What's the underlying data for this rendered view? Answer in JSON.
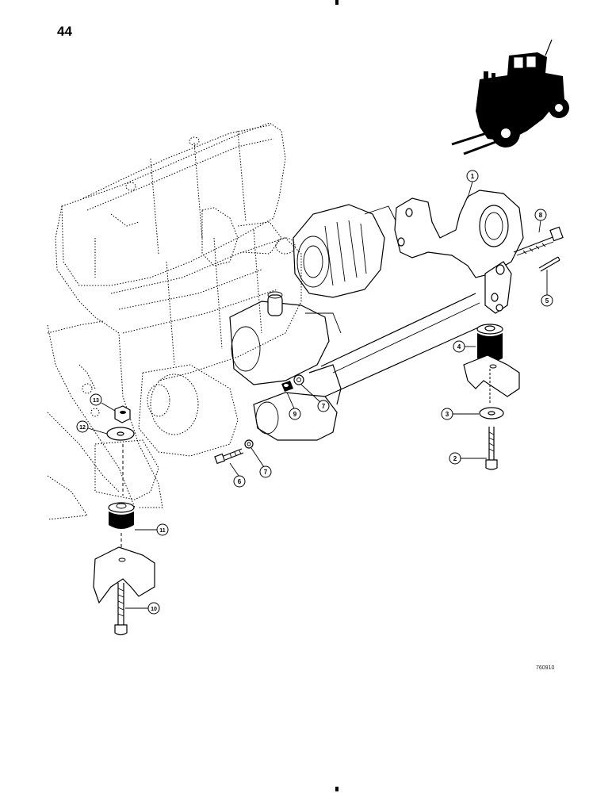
{
  "page_number": "44",
  "drawing_code": "760910",
  "callouts": [
    "1",
    "2",
    "3",
    "4",
    "5",
    "6",
    "7",
    "7",
    "8",
    "9",
    "10",
    "11",
    "12",
    "13"
  ],
  "icons": [
    "forklift-icon"
  ]
}
